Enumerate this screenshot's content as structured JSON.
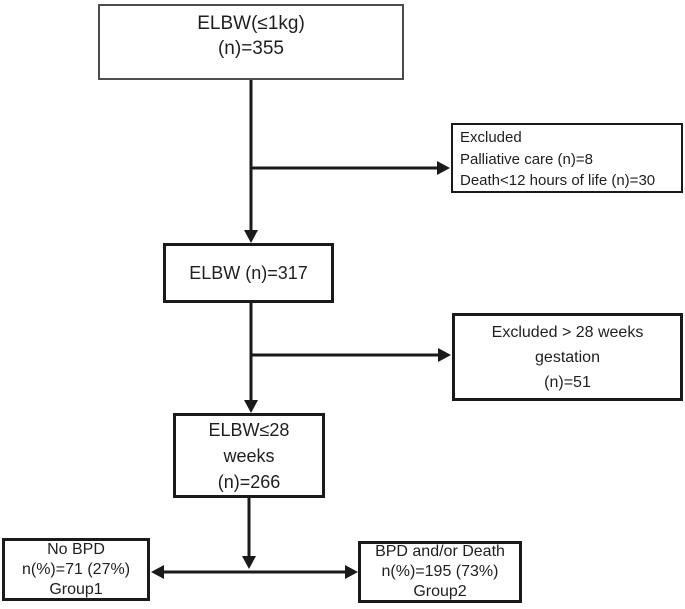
{
  "diagram": {
    "type": "flowchart",
    "boxes": {
      "elbw_total": {
        "lines": [
          "ELBW(≤1kg)",
          "(n)=355"
        ]
      },
      "excluded_early": {
        "lines": [
          "Excluded",
          "Palliative care (n)=8",
          "Death<12 hours of life (n)=30"
        ]
      },
      "elbw_317": {
        "lines": [
          "ELBW (n)=317"
        ]
      },
      "excluded_gestation": {
        "lines": [
          "Excluded > 28 weeks",
          "gestation",
          "(n)=51"
        ]
      },
      "elbw_28_weeks": {
        "lines": [
          "ELBW≤28",
          "weeks",
          "(n)=266"
        ]
      },
      "no_bpd": {
        "lines": [
          "No BPD",
          "n(%)=71 (27%)",
          "Group1"
        ]
      },
      "bpd_death": {
        "lines": [
          "BPD and/or Death",
          "n(%)=195 (73%)",
          "Group2"
        ]
      }
    },
    "colors": {
      "background": "#ffffff",
      "box_border": "#1a1a1a",
      "top_box_border": "#4d4d4d",
      "connector": "#1a1a1a",
      "text": "#1f1f1f"
    }
  }
}
